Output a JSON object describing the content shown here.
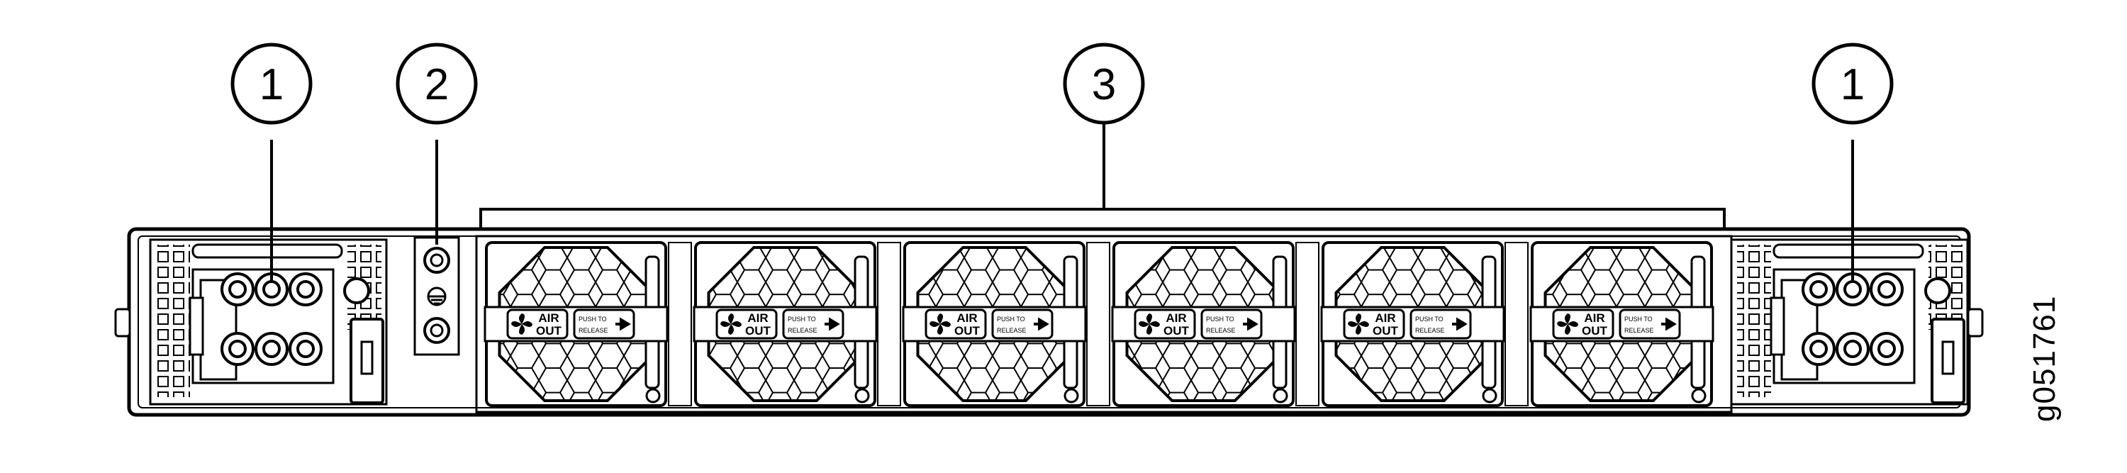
{
  "callouts": [
    {
      "id": "psu-left",
      "label": "1"
    },
    {
      "id": "ground",
      "label": "2"
    },
    {
      "id": "fans",
      "label": "3"
    },
    {
      "id": "psu-right",
      "label": "1"
    }
  ],
  "figure_id": "g051761",
  "fan_module": {
    "air_top": "AIR",
    "air_bottom": "OUT",
    "push_top": "PUSH TO",
    "push_bottom": "RELEASE"
  },
  "fan_count": 6,
  "colors": {
    "stroke": "#000000",
    "panel": "#ffffff",
    "hex": "#ffffff"
  }
}
